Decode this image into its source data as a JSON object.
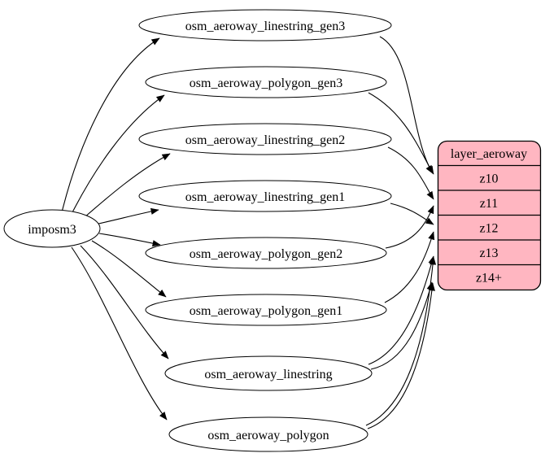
{
  "diagram": {
    "kind": "etl-graph",
    "background_color": "#ffffff",
    "edge_color": "#000000",
    "source_node": {
      "label": "imposm3",
      "fill_color": "#ffffff",
      "border_color": "#000000"
    },
    "table_nodes": [
      {
        "label": "osm_aeroway_linestring_gen3"
      },
      {
        "label": "osm_aeroway_polygon_gen3"
      },
      {
        "label": "osm_aeroway_linestring_gen2"
      },
      {
        "label": "osm_aeroway_linestring_gen1"
      },
      {
        "label": "osm_aeroway_polygon_gen2"
      },
      {
        "label": "osm_aeroway_polygon_gen1"
      },
      {
        "label": "osm_aeroway_linestring"
      },
      {
        "label": "osm_aeroway_polygon"
      }
    ],
    "layer_node": {
      "title": "layer_aeroway",
      "rows": [
        "z10",
        "z11",
        "z12",
        "z13",
        "z14+"
      ],
      "fill_color": "#ffb6c1",
      "border_color": "#000000",
      "text_color": "#000000"
    },
    "edges": [
      {
        "from": "imposm3",
        "to": "osm_aeroway_linestring_gen3"
      },
      {
        "from": "imposm3",
        "to": "osm_aeroway_polygon_gen3"
      },
      {
        "from": "imposm3",
        "to": "osm_aeroway_linestring_gen2"
      },
      {
        "from": "imposm3",
        "to": "osm_aeroway_linestring_gen1"
      },
      {
        "from": "imposm3",
        "to": "osm_aeroway_polygon_gen2"
      },
      {
        "from": "imposm3",
        "to": "osm_aeroway_polygon_gen1"
      },
      {
        "from": "imposm3",
        "to": "osm_aeroway_linestring"
      },
      {
        "from": "imposm3",
        "to": "osm_aeroway_polygon"
      },
      {
        "from": "osm_aeroway_linestring_gen3",
        "to": "layer_aeroway:z10"
      },
      {
        "from": "osm_aeroway_polygon_gen3",
        "to": "layer_aeroway:z10"
      },
      {
        "from": "osm_aeroway_linestring_gen2",
        "to": "layer_aeroway:z11"
      },
      {
        "from": "osm_aeroway_polygon_gen2",
        "to": "layer_aeroway:z11"
      },
      {
        "from": "osm_aeroway_linestring_gen1",
        "to": "layer_aeroway:z12"
      },
      {
        "from": "osm_aeroway_polygon_gen1",
        "to": "layer_aeroway:z12"
      },
      {
        "from": "osm_aeroway_linestring",
        "to": "layer_aeroway:z13"
      },
      {
        "from": "osm_aeroway_polygon",
        "to": "layer_aeroway:z13"
      },
      {
        "from": "osm_aeroway_linestring",
        "to": "layer_aeroway:z14+"
      },
      {
        "from": "osm_aeroway_polygon",
        "to": "layer_aeroway:z14+"
      }
    ]
  }
}
